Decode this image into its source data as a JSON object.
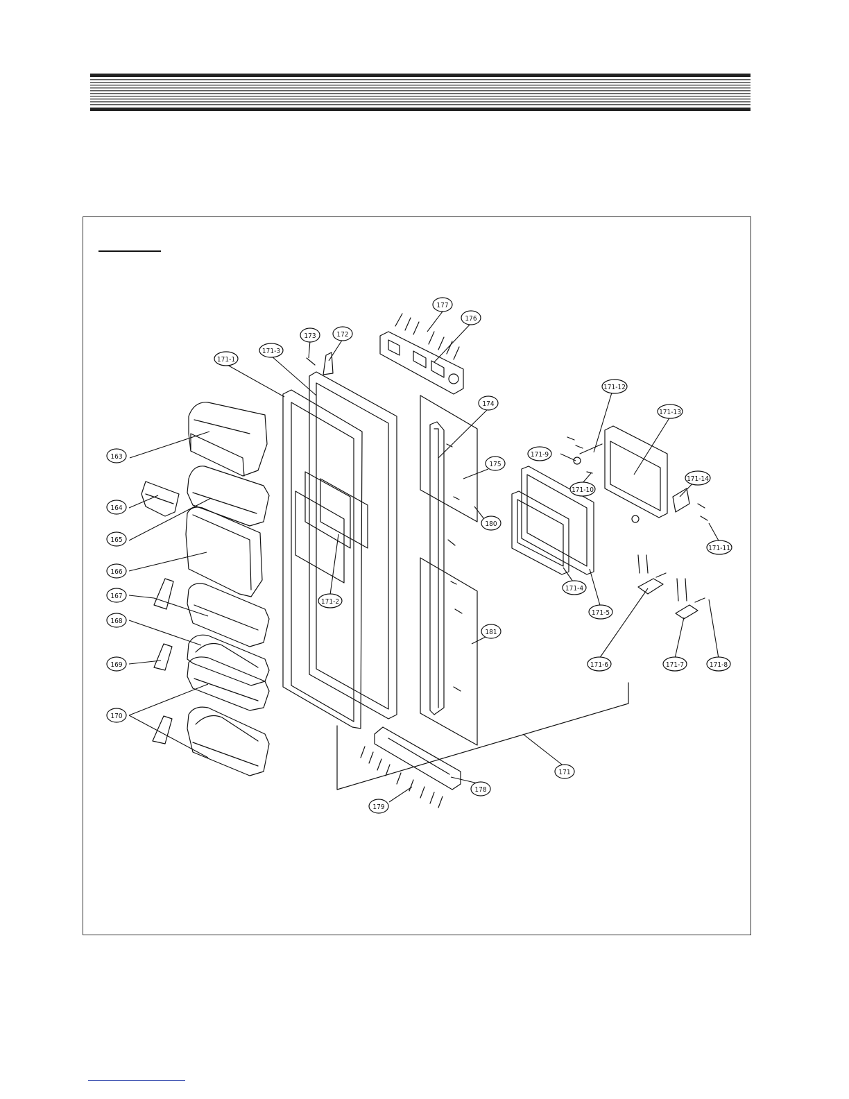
{
  "callouts": [
    {
      "id": "c177",
      "label": "177"
    },
    {
      "id": "c176",
      "label": "176"
    },
    {
      "id": "c173",
      "label": "173"
    },
    {
      "id": "c172",
      "label": "172"
    },
    {
      "id": "c171-3",
      "label": "171-3"
    },
    {
      "id": "c171-1",
      "label": "171-1"
    },
    {
      "id": "c174",
      "label": "174"
    },
    {
      "id": "c175",
      "label": "175"
    },
    {
      "id": "c180",
      "label": "180"
    },
    {
      "id": "c163",
      "label": "163"
    },
    {
      "id": "c164",
      "label": "164"
    },
    {
      "id": "c165",
      "label": "165"
    },
    {
      "id": "c166",
      "label": "166"
    },
    {
      "id": "c167",
      "label": "167"
    },
    {
      "id": "c168",
      "label": "168"
    },
    {
      "id": "c169",
      "label": "169"
    },
    {
      "id": "c170",
      "label": "170"
    },
    {
      "id": "c171-2",
      "label": "171-2"
    },
    {
      "id": "c181",
      "label": "181"
    },
    {
      "id": "c171-12",
      "label": "171-12"
    },
    {
      "id": "c171-13",
      "label": "171-13"
    },
    {
      "id": "c171-9",
      "label": "171-9"
    },
    {
      "id": "c171-10",
      "label": "171-10"
    },
    {
      "id": "c171-14",
      "label": "171-14"
    },
    {
      "id": "c171-11",
      "label": "171-11"
    },
    {
      "id": "c171-4",
      "label": "171-4"
    },
    {
      "id": "c171-5",
      "label": "171-5"
    },
    {
      "id": "c171-6",
      "label": "171-6"
    },
    {
      "id": "c171-7",
      "label": "171-7"
    },
    {
      "id": "c171-8",
      "label": "171-8"
    },
    {
      "id": "c171",
      "label": "171"
    },
    {
      "id": "c178",
      "label": "178"
    },
    {
      "id": "c179",
      "label": "179"
    }
  ]
}
